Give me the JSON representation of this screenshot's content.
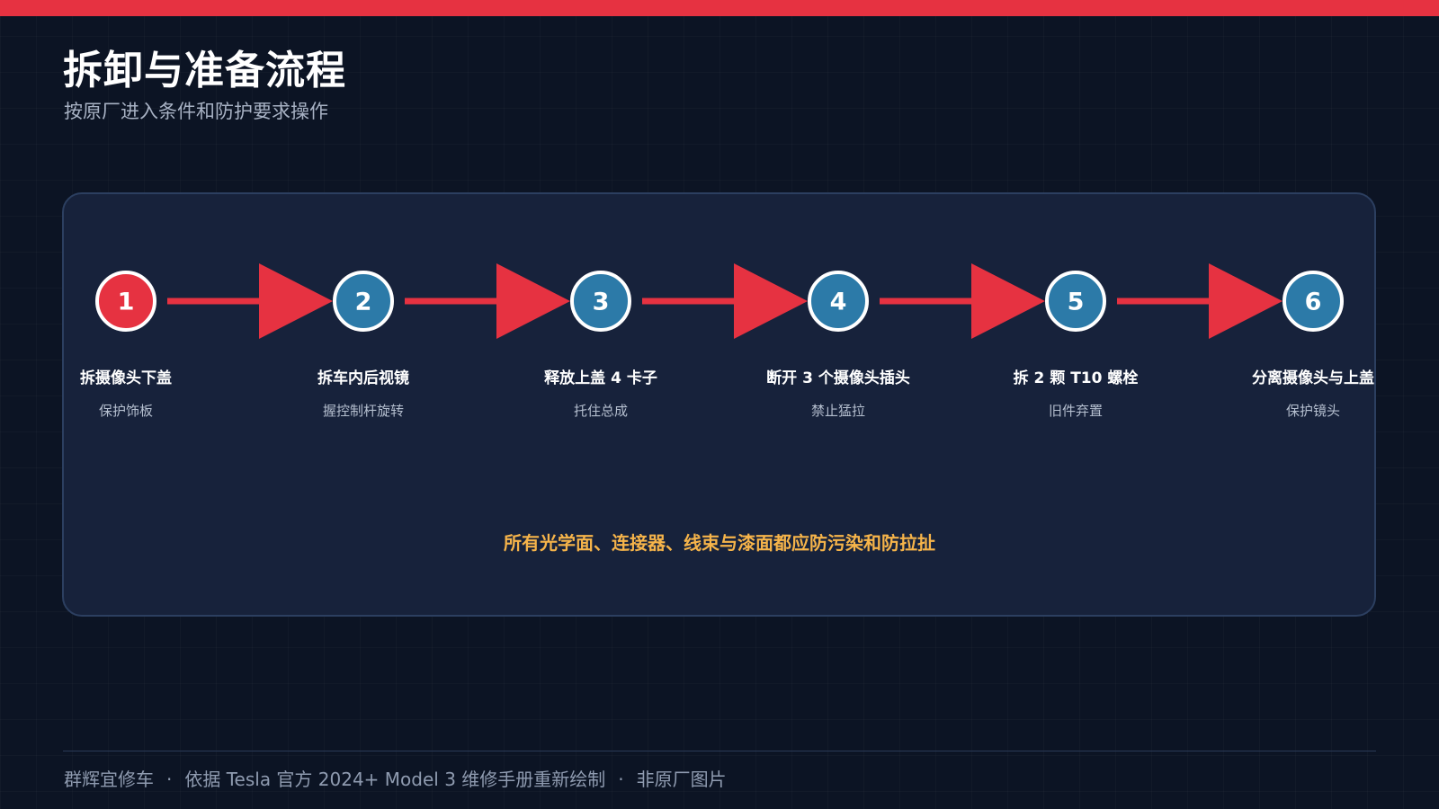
{
  "header": {
    "title": "拆卸与准备流程",
    "subtitle": "按原厂进入条件和防护要求操作"
  },
  "colors": {
    "accent": "#e63241",
    "step_blue": "#2c7aa8",
    "note": "#f6b44a"
  },
  "steps": [
    {
      "number": "1",
      "label": "拆摄像头下盖",
      "sub": "保护饰板",
      "active": true
    },
    {
      "number": "2",
      "label": "拆车内后视镜",
      "sub": "握控制杆旋转",
      "active": false
    },
    {
      "number": "3",
      "label": "释放上盖 4 卡子",
      "sub": "托住总成",
      "active": false
    },
    {
      "number": "4",
      "label": "断开 3 个摄像头插头",
      "sub": "禁止猛拉",
      "active": false
    },
    {
      "number": "5",
      "label": "拆 2 颗 T10 螺栓",
      "sub": "旧件弃置",
      "active": false
    },
    {
      "number": "6",
      "label": "分离摄像头与上盖",
      "sub": "保护镜头",
      "active": false
    }
  ],
  "note": "所有光学面、连接器、线束与漆面都应防污染和防拉扯",
  "footer": {
    "brand": "群辉宜修车",
    "separator": "·",
    "source": "依据 Tesla 官方 2024+ Model 3 维修手册重新绘制",
    "disclaimer": "非原厂图片"
  }
}
